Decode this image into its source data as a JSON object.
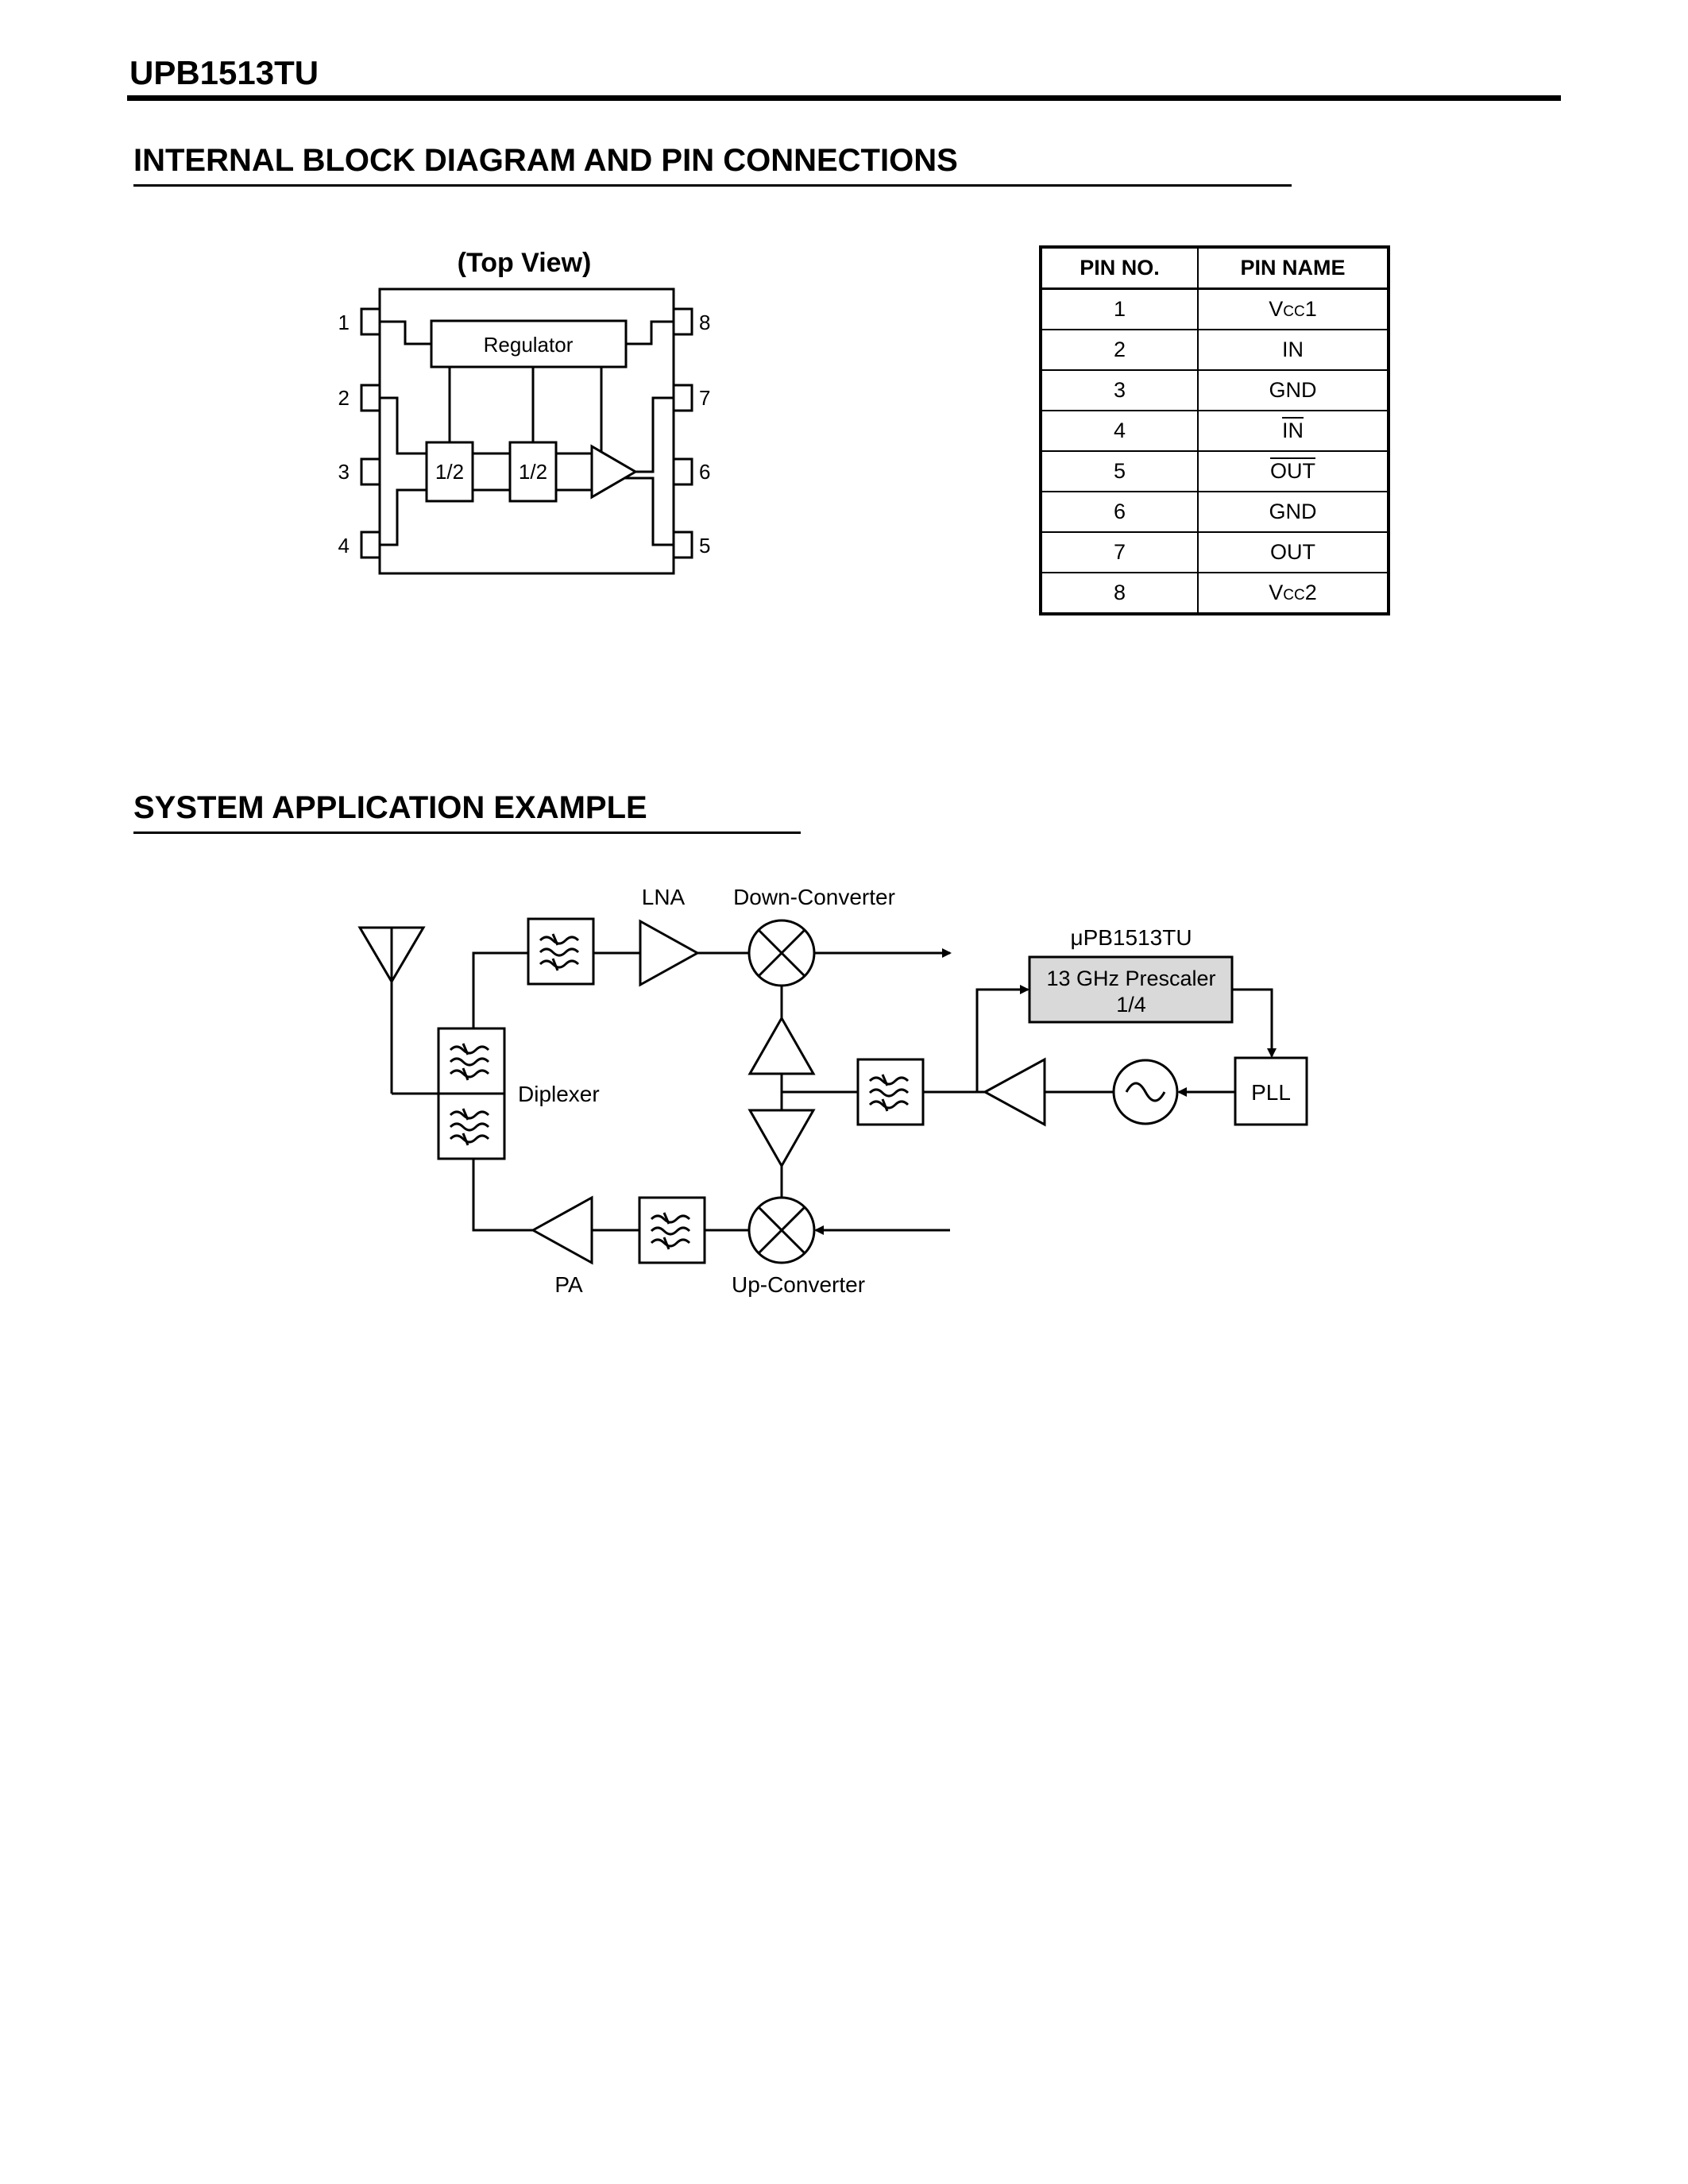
{
  "header": {
    "part_number": "UPB1513TU"
  },
  "section1": {
    "title": "INTERNAL BLOCK DIAGRAM AND PIN CONNECTIONS",
    "view_label": "(Top View)",
    "regulator_label": "Regulator",
    "divider_labels": [
      "1/2",
      "1/2"
    ],
    "pin_numbers_left": [
      "1",
      "2",
      "3",
      "4"
    ],
    "pin_numbers_right": [
      "8",
      "7",
      "6",
      "5"
    ]
  },
  "pin_table": {
    "headers": [
      "PIN NO.",
      "PIN NAME"
    ],
    "rows": [
      {
        "no": "1",
        "name_main": "V",
        "name_sub": "CC",
        "name_suffix": "1",
        "overline": false
      },
      {
        "no": "2",
        "name_main": "IN",
        "name_sub": "",
        "name_suffix": "",
        "overline": false
      },
      {
        "no": "3",
        "name_main": "GND",
        "name_sub": "",
        "name_suffix": "",
        "overline": false
      },
      {
        "no": "4",
        "name_main": "IN",
        "name_sub": "",
        "name_suffix": "",
        "overline": true
      },
      {
        "no": "5",
        "name_main": "OUT",
        "name_sub": "",
        "name_suffix": "",
        "overline": true
      },
      {
        "no": "6",
        "name_main": "GND",
        "name_sub": "",
        "name_suffix": "",
        "overline": false
      },
      {
        "no": "7",
        "name_main": "OUT",
        "name_sub": "",
        "name_suffix": "",
        "overline": false
      },
      {
        "no": "8",
        "name_main": "V",
        "name_sub": "CC",
        "name_suffix": "2",
        "overline": false
      }
    ]
  },
  "section2": {
    "title": "SYSTEM APPLICATION EXAMPLE",
    "labels": {
      "lna": "LNA",
      "down_converter": "Down-Converter",
      "device": "μPB1513TU",
      "prescaler_line1": "13 GHz Prescaler",
      "prescaler_line2": "1/4",
      "diplexer": "Diplexer",
      "pll": "PLL",
      "pa": "PA",
      "up_converter": "Up-Converter"
    }
  }
}
